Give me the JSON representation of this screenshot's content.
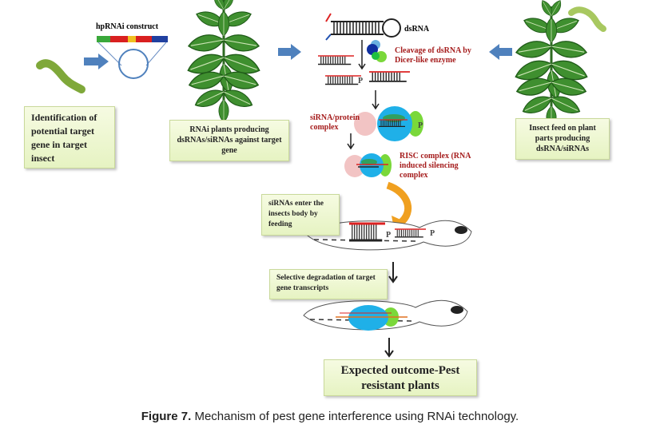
{
  "construct_label": "hpRNAi construct",
  "boxes": {
    "identification": "Identification of potential target gene in target insect",
    "rnai_plants": "RNAi plants producing dsRNAs/siRNAs against target gene",
    "insect_feed": "Insect feed on plant parts producing dsRNA/siRNAs",
    "sirnas_enter": "siRNAs enter the insects body by feeding",
    "selective": "Selective degradation of target gene transcripts",
    "outcome": "Expected outcome-Pest resistant plants"
  },
  "labels": {
    "dsrna": "dsRNA",
    "cleavage": "Cleavage of dsRNA by Dicer-like enzyme",
    "sirna_protein": "siRNA/protein complex",
    "risc": "RISC complex (RNA induced silencing complex",
    "phosphate": "P"
  },
  "caption": {
    "figure": "Figure 7.",
    "text": " Mechanism of pest gene interference using RNAi technology."
  },
  "colors": {
    "arrow_blue": "#4f81bd",
    "label_red": "#a51c1c",
    "box_fill": "#eaf5c8",
    "leaf_green": "#3f8f2f",
    "orange": "#f0a020",
    "complex_blue": "#1fb0e8",
    "complex_green": "#7ad83a",
    "complex_pink": "#f2c4c4"
  }
}
